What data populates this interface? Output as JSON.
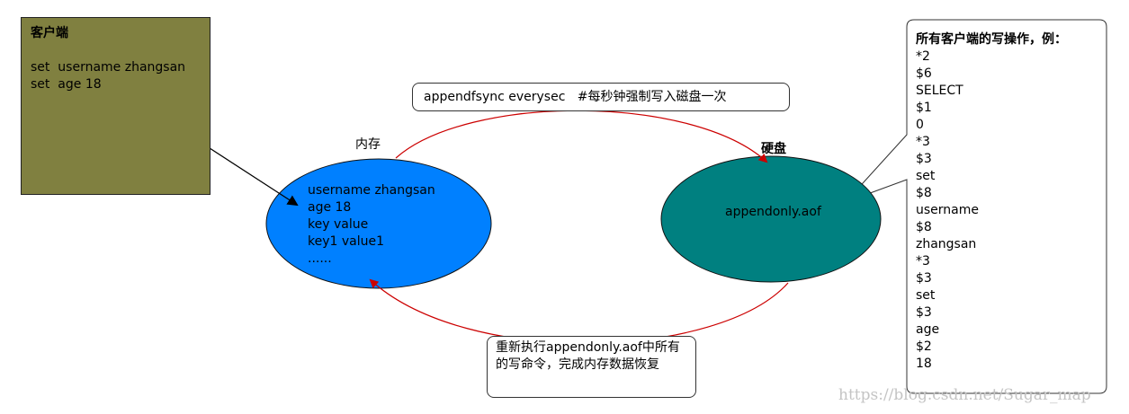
{
  "client": {
    "title": "客户端",
    "lines": [
      "set  username zhangsan",
      "set  age 18"
    ],
    "bg_color": "#808040"
  },
  "memory": {
    "label": "内存",
    "lines": [
      "username zhangsan",
      "age 18",
      "key value",
      "key1 value1",
      "......"
    ],
    "color": "#0080ff"
  },
  "disk": {
    "label": "硬盘",
    "file": "appendonly.aof",
    "color": "#008080"
  },
  "callouts": {
    "top": "appendfsync everysec   #每秒钟强制写入磁盘一次",
    "bottom": "重新执行appendonly.aof中所有的写命令，完成内存数据恢复"
  },
  "ops": {
    "title": "所有客户端的写操作，例：",
    "lines": [
      "*2",
      "$6",
      "SELECT",
      "$1",
      "0",
      "*3",
      "$3",
      "set",
      "$8",
      "username",
      "$8",
      "zhangsan",
      "*3",
      "$3",
      "set",
      "$3",
      "age",
      "$2",
      "18"
    ]
  },
  "watermark": "https://blog.csdn.net/Sugar_map",
  "colors": {
    "arrow": "#cc0000"
  }
}
